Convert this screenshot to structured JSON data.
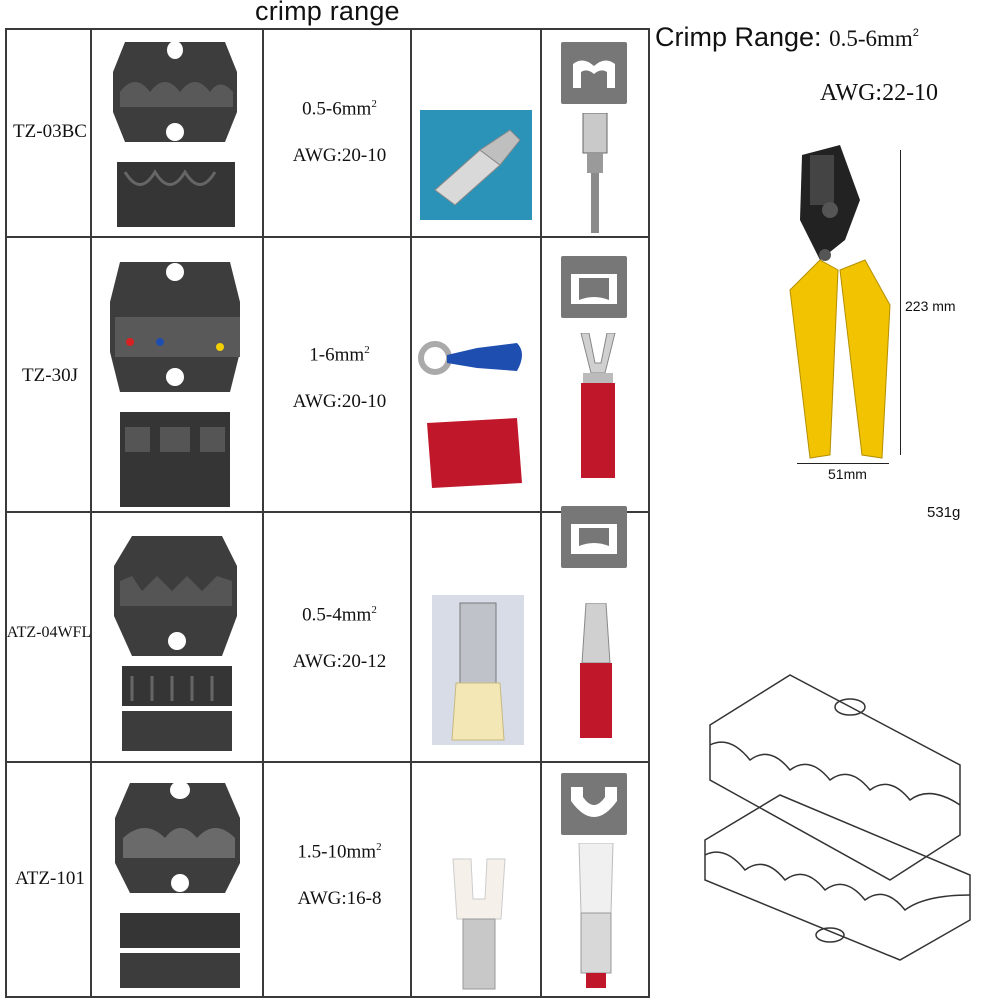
{
  "title": "crimp range",
  "rows": [
    {
      "model": "TZ-03BC",
      "range": "0.5-6mm",
      "awg": "AWG:20-10"
    },
    {
      "model": "TZ-30J",
      "range": "1-6mm",
      "awg": "AWG:20-10"
    },
    {
      "model": "ATZ-04WFL",
      "range": "0.5-4mm",
      "awg": "AWG:20-12"
    },
    {
      "model": "ATZ-101",
      "range": "1.5-10mm",
      "awg": "AWG:16-8"
    }
  ],
  "sup": "2",
  "right": {
    "label": "Crimp Range:",
    "range": "0.5-6mm",
    "awg": "AWG:22-10",
    "height_label": "223 mm",
    "width_label": "51mm",
    "weight": "531g"
  },
  "colors": {
    "handle": "#f2c300",
    "die": "#3a3a3a",
    "border": "#3a3a3a",
    "blue": "#1e4fb0",
    "red": "#c0182a",
    "badge": "#777777"
  }
}
